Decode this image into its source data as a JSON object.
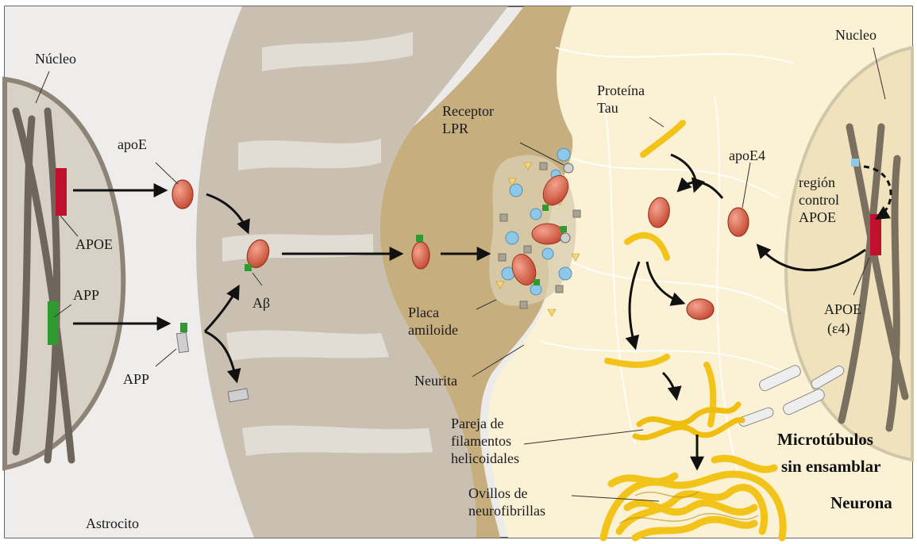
{
  "labels": {
    "nucleo_left": "Núcleo",
    "apoe_small": "apoE",
    "apoe_gene": "APOE",
    "app_gene": "APP",
    "app_protein": "APP",
    "abeta": "Aβ",
    "receptor_line1": "Receptor",
    "receptor_line2": "LPR",
    "placa_line1": "Placa",
    "placa_line2": "amiloide",
    "neurita": "Neurita",
    "astrocito": "Astrocito",
    "proteina_line1": "Proteína",
    "proteina_line2": "Tau",
    "apoe4": "apoE4",
    "nucleo_right": "Nucleo",
    "region_line1": "región",
    "region_line2": "control",
    "region_line3": "APOE",
    "apoe_e4_line1": "APOE",
    "apoe_e4_line2": "(ε4)",
    "pareja_line1": "Pareja de",
    "pareja_line2": "filamentos",
    "pareja_line3": "helicoidales",
    "ovillos_line1": "Ovillos de",
    "ovillos_line2": "neurofibrillas",
    "micro_line1": "Microtúbulos",
    "micro_line2": "sin ensamblar",
    "neurona": "Neurona"
  },
  "colors": {
    "astrocyte_bg": "#ecebe9",
    "neuron_bg": "#fbf2d6",
    "membrane_band": "#bcb2a2",
    "neurite": "#c9b184",
    "apoE_protein": "#d8604a",
    "gene_apoe": "#c0102e",
    "gene_app": "#2f9a2f",
    "tau": "#f2c419",
    "plaque_blue": "#8ec8e8"
  }
}
